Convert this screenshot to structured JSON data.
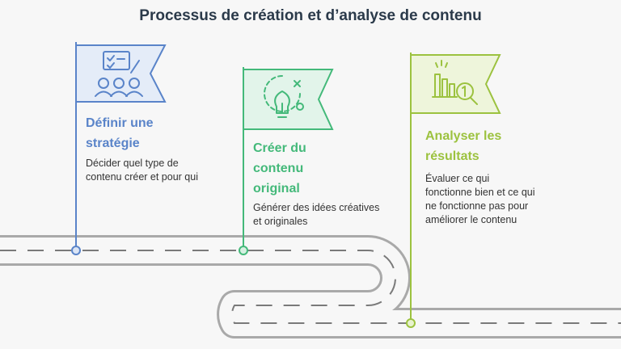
{
  "title": "Processus de création et d’analyse de contenu",
  "colors": {
    "strategy": "#5a84c9",
    "create": "#44b97a",
    "analyze": "#9cc23f",
    "road": "#a9a9a9",
    "road_dash": "#7a7a7a",
    "text": "#333333"
  },
  "steps": [
    {
      "title": "Définir une stratégie",
      "description": "Décider quel type de contenu créer et pour qui",
      "icon": "team-checklist-icon"
    },
    {
      "title": "Créer du contenu original",
      "description": "Générer des idées créatives et originales",
      "icon": "lightbulb-icon"
    },
    {
      "title": "Analyser les résultats",
      "description": "Évaluer ce qui fonctionne bien et ce qui ne fonctionne pas pour améliorer le contenu",
      "icon": "bar-chart-magnifier-icon"
    }
  ]
}
